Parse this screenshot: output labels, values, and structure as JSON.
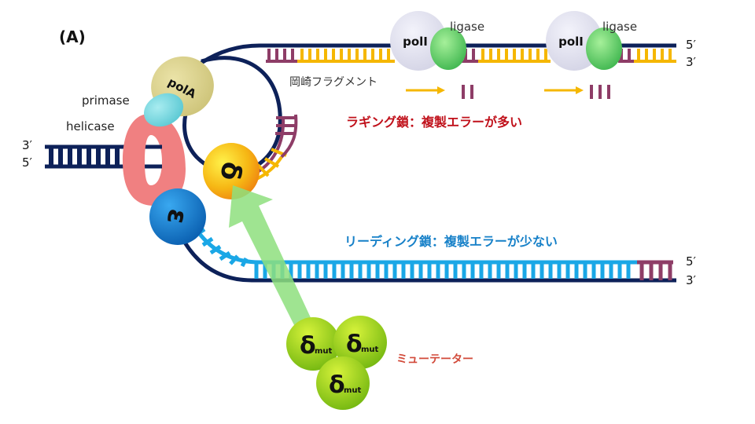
{
  "panel_label": "(A)",
  "labels": {
    "primase": "primase",
    "helicase": "helicase",
    "pol_a": "polA",
    "pol_i": "polI",
    "ligase": "ligase",
    "okazaki": "岡崎フラグメント",
    "lagging": "ラギング鎖：複製エラーが多い",
    "leading": "リーディング鎖：複製エラーが少ない",
    "mutator": "ミューテーター",
    "delta": "δ",
    "epsilon": "ε",
    "delta_mut": "δ",
    "mut_sub": "mut"
  },
  "ends": {
    "left_top": "3′",
    "left_bottom": "5′",
    "upper_right_top": "5′",
    "upper_right_bottom": "3′",
    "lower_right_top": "5′",
    "lower_right_bottom": "3′"
  },
  "colors": {
    "navy": "#0d2159",
    "yellow": "#f5b700",
    "purple": "#8e3d67",
    "cyan": "#1aa7e6",
    "helicase": "#f08081",
    "primase": "#6fd3dc",
    "pol_a": "#d8cf8c",
    "pol_i": "#dcdcec",
    "ligase": "#58c75a",
    "epsilon": "#0b74c8",
    "delta": "#f4a316",
    "delta_mut": "#8fd01a",
    "arrow": "#8edf7e",
    "red_text": "#c0101a",
    "blue_text": "#1680c8",
    "mutator_text": "#d24a3a"
  }
}
